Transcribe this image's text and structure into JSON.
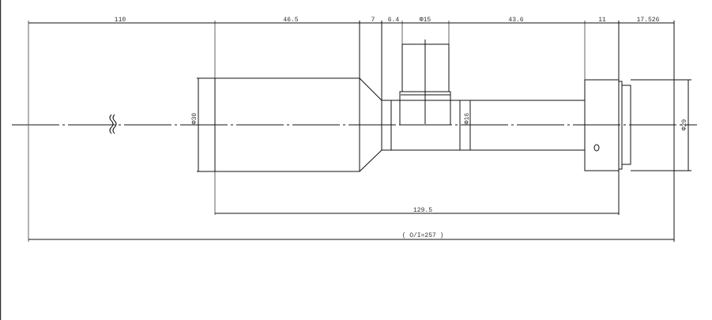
{
  "dimensions": {
    "front_length": "110",
    "barrel_length": "46.5",
    "taper_length": "7",
    "collar_length": "6.4",
    "port_diameter": "Φ15",
    "tube_length": "43.6",
    "mount_length": "11",
    "back_focal": "17.526",
    "barrel_diameter": "Φ30",
    "tube_diameter": "Φ16",
    "mount_diameter": "Φ29",
    "body_length": "129.5",
    "total": "( O/I=257 )"
  },
  "colors": {
    "line": "#111111",
    "text": "#333333"
  }
}
